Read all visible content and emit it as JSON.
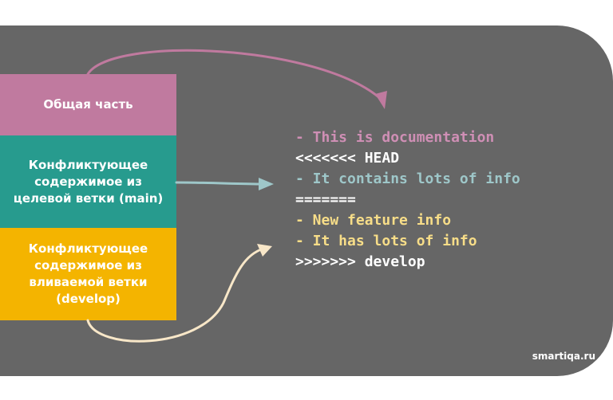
{
  "boxes": {
    "common": "Общая часть",
    "main": [
      "Конфликтующее",
      "содержимое из",
      "целевой ветки (main)"
    ],
    "develop": [
      "Конфликтующее",
      "содержимое из",
      "вливаемой ветки",
      "(develop)"
    ]
  },
  "code_lines": [
    {
      "text": "- This is documentation",
      "color": "pink"
    },
    {
      "text": "<<<<<<< HEAD",
      "color": "white"
    },
    {
      "text": "- It contains lots of info",
      "color": "teal"
    },
    {
      "text": "=======",
      "color": "white"
    },
    {
      "text": "- New feature info",
      "color": "yellow"
    },
    {
      "text": "- It has lots of info",
      "color": "yellow"
    },
    {
      "text": ">>>>>>> develop",
      "color": "white"
    }
  ],
  "watermark": "smartiqa.ru",
  "colors": {
    "panel": "#666666",
    "common": "#c07a9f",
    "main": "#279b8e",
    "develop": "#f4b400",
    "arrow_pink": "#c07a9f",
    "arrow_teal": "#9ec7c9",
    "arrow_cream": "#f8e7c8"
  }
}
